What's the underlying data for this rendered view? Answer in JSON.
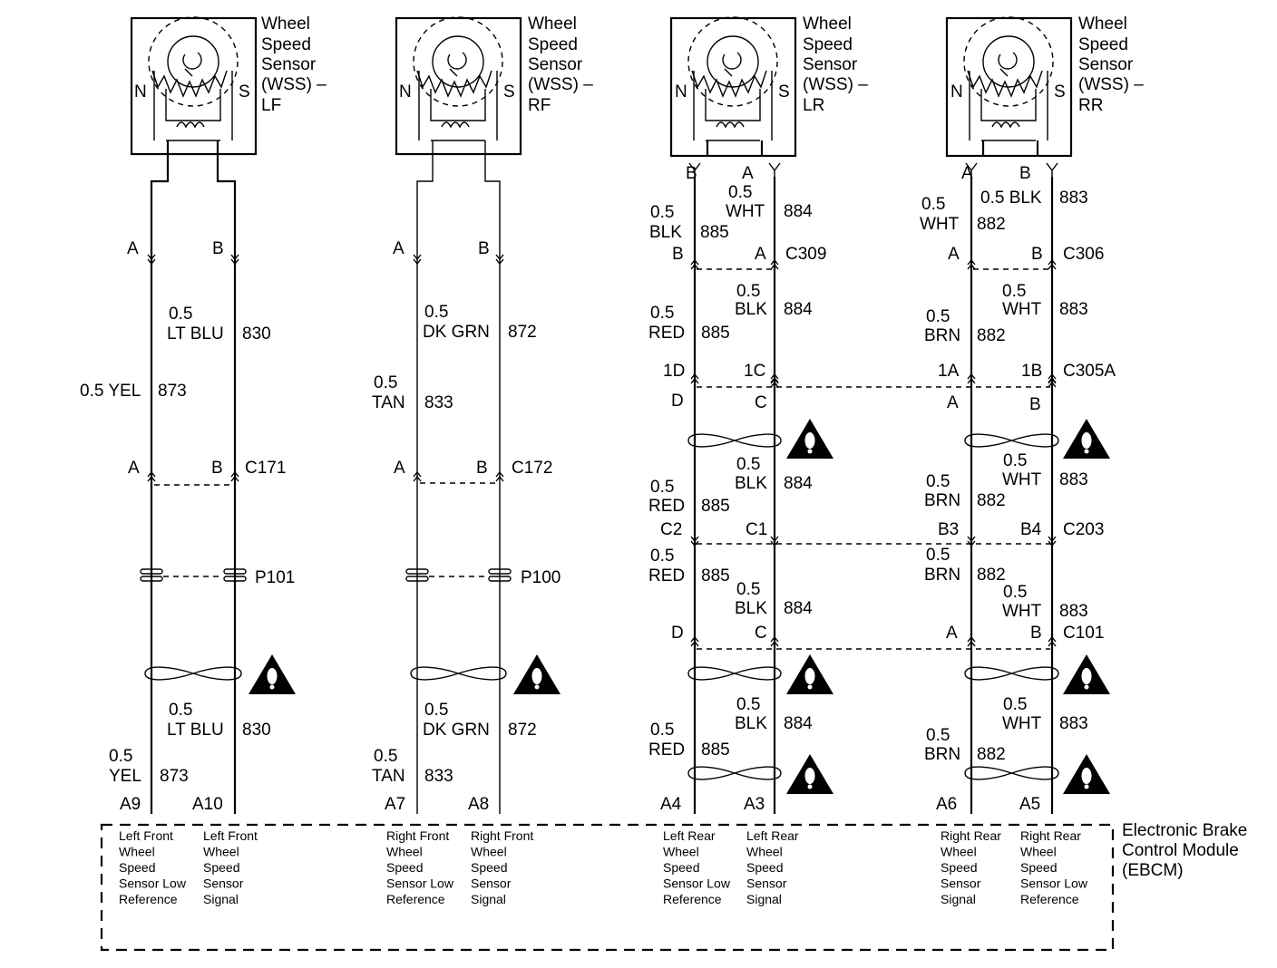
{
  "sensors": [
    {
      "title_lines": [
        "Wheel",
        "Speed",
        "Sensor",
        "(WSS) –",
        "LF"
      ],
      "pin_n": "N",
      "pin_s": "S"
    },
    {
      "title_lines": [
        "Wheel",
        "Speed",
        "Sensor",
        "(WSS) –",
        "RF"
      ],
      "pin_n": "N",
      "pin_s": "S"
    },
    {
      "title_lines": [
        "Wheel",
        "Speed",
        "Sensor",
        "(WSS) –",
        "LR"
      ],
      "pin_n": "N",
      "pin_s": "S",
      "term_left": "B",
      "term_right": "A"
    },
    {
      "title_lines": [
        "Wheel",
        "Speed",
        "Sensor",
        "(WSS) –",
        "RR"
      ],
      "pin_n": "N",
      "pin_s": "S",
      "term_left": "A",
      "term_right": "B"
    }
  ],
  "connectors": {
    "lf_top": {
      "left": "A",
      "right": "B"
    },
    "rf_top": {
      "left": "A",
      "right": "B"
    },
    "c309": {
      "name": "C309",
      "left": "B",
      "right": "A"
    },
    "c306": {
      "name": "C306",
      "left": "A",
      "right": "B"
    },
    "c305a": {
      "name": "C305A",
      "lr_left": "1D",
      "lr_right": "1C",
      "rr_left": "1A",
      "rr_right": "1B"
    },
    "c305a_bottom": {
      "lr_left": "D",
      "lr_right": "C",
      "rr_left": "A",
      "rr_right": "B"
    },
    "c171": {
      "name": "C171",
      "left": "A",
      "right": "B"
    },
    "c172": {
      "name": "C172",
      "left": "A",
      "right": "B"
    },
    "c203": {
      "name": "C203",
      "lr_left": "C2",
      "lr_right": "C1",
      "rr_left": "B3",
      "rr_right": "B4"
    },
    "p101": {
      "name": "P101"
    },
    "p100": {
      "name": "P100"
    },
    "c101": {
      "name": "C101",
      "lr_left": "D",
      "lr_right": "C",
      "rr_left": "A",
      "rr_right": "B"
    }
  },
  "wires": {
    "lf_830_size": "0.5",
    "lf_830_color": "LT BLU",
    "lf_830_circuit": "830",
    "lf_873_label": "0.5 YEL",
    "lf_873_circuit": "873",
    "lf_830b_size": "0.5",
    "lf_830b_color": "LT BLU",
    "lf_830b_circuit": "830",
    "lf_873b_size": "0.5",
    "lf_873b_color": "YEL",
    "lf_873b_circuit": "873",
    "rf_872_size": "0.5",
    "rf_872_color": "DK GRN",
    "rf_872_circuit": "872",
    "rf_833_size": "0.5",
    "rf_833_color": "TAN",
    "rf_833_circuit": "833",
    "rf_872b_size": "0.5",
    "rf_872b_color": "DK GRN",
    "rf_872b_circuit": "872",
    "rf_833b_size": "0.5",
    "rf_833b_color": "TAN",
    "rf_833b_circuit": "833",
    "lr_885_1_size": "0.5",
    "lr_885_1_color": "BLK",
    "lr_885_1_circuit": "885",
    "lr_884_1_size": "0.5",
    "lr_884_1_color": "WHT",
    "lr_884_1_circuit": "884",
    "lr_885_2_size": "0.5",
    "lr_885_2_color": "RED",
    "lr_885_2_circuit": "885",
    "lr_884_2_size": "0.5",
    "lr_884_2_color": "BLK",
    "lr_884_2_circuit": "884",
    "lr_885_3_size": "0.5",
    "lr_885_3_color": "RED",
    "lr_885_3_circuit": "885",
    "lr_884_3_size": "0.5",
    "lr_884_3_color": "BLK",
    "lr_884_3_circuit": "884",
    "lr_885_4_size": "0.5",
    "lr_885_4_color": "RED",
    "lr_885_4_circuit": "885",
    "lr_884_4_size": "0.5",
    "lr_884_4_color": "BLK",
    "lr_884_4_circuit": "884",
    "lr_885_5_size": "0.5",
    "lr_885_5_color": "RED",
    "lr_885_5_circuit": "885",
    "lr_884_5_size": "0.5",
    "lr_884_5_color": "BLK",
    "lr_884_5_circuit": "884",
    "rr_882_1_size": "0.5",
    "rr_882_1_color": "WHT",
    "rr_882_1_circuit": "882",
    "rr_883_1_label": "0.5 BLK",
    "rr_883_1_circuit": "883",
    "rr_882_2_size": "0.5",
    "rr_882_2_color": "BRN",
    "rr_882_2_circuit": "882",
    "rr_883_2_size": "0.5",
    "rr_883_2_color": "WHT",
    "rr_883_2_circuit": "883",
    "rr_882_3_size": "0.5",
    "rr_882_3_color": "BRN",
    "rr_882_3_circuit": "882",
    "rr_883_3_size": "0.5",
    "rr_883_3_color": "WHT",
    "rr_883_3_circuit": "883",
    "rr_882_4_size": "0.5",
    "rr_882_4_color": "BRN",
    "rr_882_4_circuit": "882",
    "rr_883_4_size": "0.5",
    "rr_883_4_color": "WHT",
    "rr_883_4_circuit": "883",
    "rr_882_5_size": "0.5",
    "rr_882_5_color": "BRN",
    "rr_882_5_circuit": "882",
    "rr_883_5_size": "0.5",
    "rr_883_5_color": "WHT",
    "rr_883_5_circuit": "883"
  },
  "module_pins": [
    "A9",
    "A10",
    "A7",
    "A8",
    "A4",
    "A3",
    "A6",
    "A5"
  ],
  "module_pin_labels": [
    [
      "Left Front",
      "Wheel",
      "Speed",
      "Sensor Low",
      "Reference"
    ],
    [
      "Left Front",
      "Wheel",
      "Speed",
      "Sensor",
      "Signal"
    ],
    [
      "Right Front",
      "Wheel",
      "Speed",
      "Sensor Low",
      "Reference"
    ],
    [
      "Right Front",
      "Wheel",
      "Speed",
      "Sensor",
      "Signal"
    ],
    [
      "Left Rear",
      "Wheel",
      "Speed",
      "Sensor Low",
      "Reference"
    ],
    [
      "Left Rear",
      "Wheel",
      "Speed",
      "Sensor",
      "Signal"
    ],
    [
      "Right Rear",
      "Wheel",
      "Speed",
      "Sensor",
      "Signal"
    ],
    [
      "Right Rear",
      "Wheel",
      "Speed",
      "Sensor Low",
      "Reference"
    ]
  ],
  "module_name_lines": [
    "Electronic Brake",
    "Control Module",
    "(EBCM)"
  ]
}
